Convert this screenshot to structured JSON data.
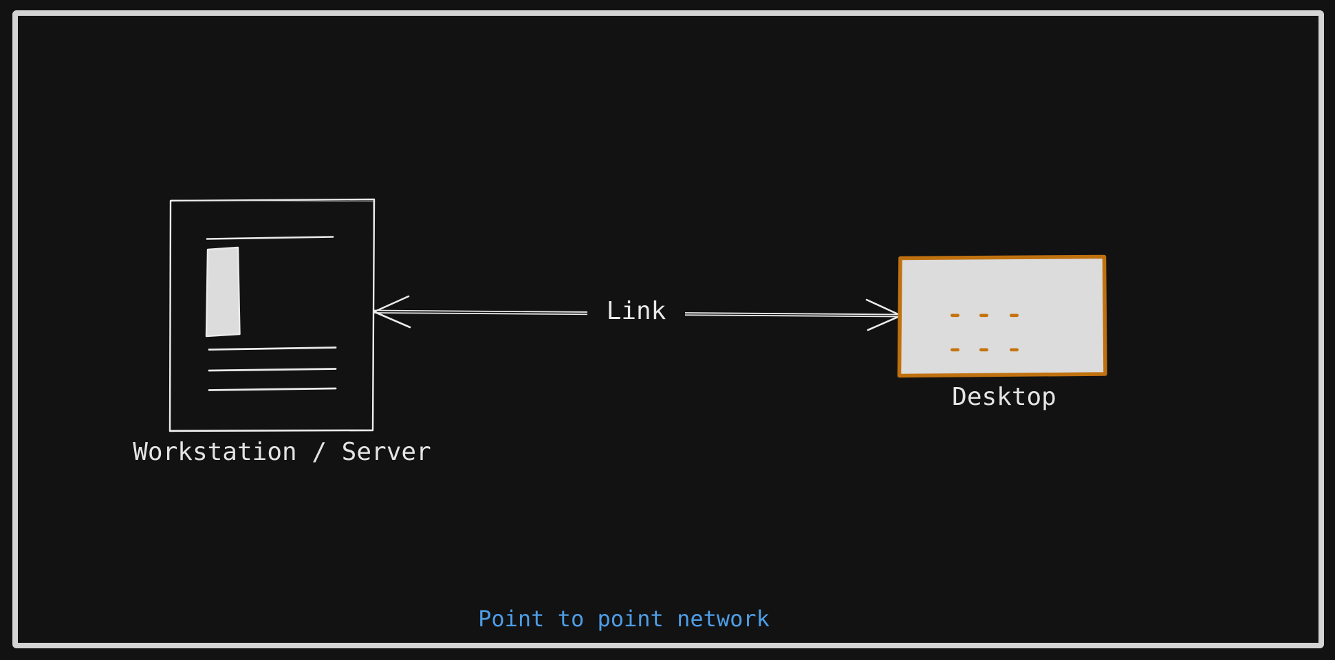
{
  "app": {
    "background": "#121212",
    "frame_color": "#d4d4d4",
    "stroke_light": "#ebebeb",
    "text_light": "#e3e3e3"
  },
  "diagram": {
    "caption": {
      "text": "Point to point network",
      "color": "#4d9de6"
    },
    "link": {
      "label": "Link",
      "arrow_style": "double-headed",
      "color": "#ebebeb"
    },
    "nodes": {
      "workstation": {
        "label": "Workstation / Server",
        "stroke": "#ebebeb",
        "tower_fill": "#dcdcdc",
        "icon": "server-tower-with-lines"
      },
      "desktop": {
        "label": "Desktop",
        "stroke": "#c0710f",
        "fill": "#dcdcdc",
        "dash_color": "#c4740e",
        "dash_rows": 2,
        "dashes_per_row": 3
      }
    }
  }
}
